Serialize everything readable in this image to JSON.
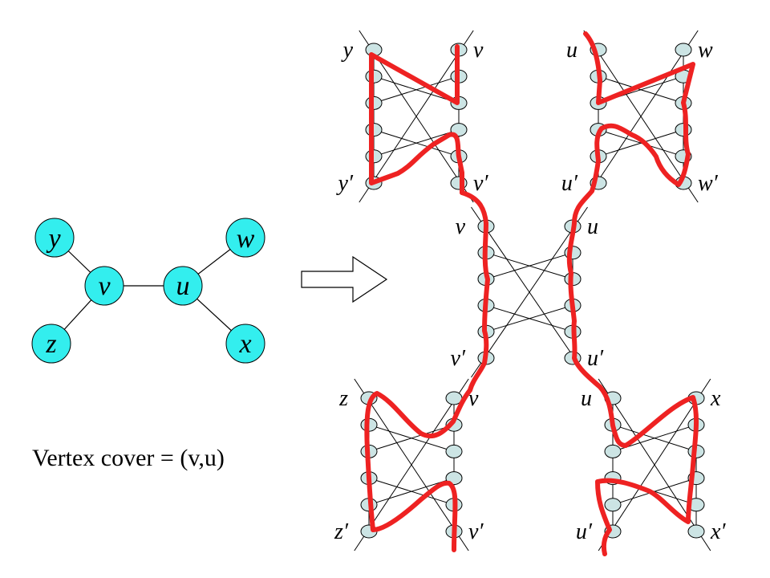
{
  "caption": "Vertex cover = (v,u)",
  "colors": {
    "graph_node": "#33EEEE",
    "gadget_node": "#CCE4E4",
    "path": "#EE2222",
    "line": "#000000"
  },
  "graph": {
    "nodes": [
      {
        "id": "y",
        "label": "y"
      },
      {
        "id": "w",
        "label": "w"
      },
      {
        "id": "v",
        "label": "v"
      },
      {
        "id": "u",
        "label": "u"
      },
      {
        "id": "z",
        "label": "z"
      },
      {
        "id": "x",
        "label": "x"
      }
    ],
    "edges": [
      [
        "y",
        "v"
      ],
      [
        "z",
        "v"
      ],
      [
        "v",
        "u"
      ],
      [
        "u",
        "w"
      ],
      [
        "u",
        "x"
      ]
    ]
  },
  "gadgets": [
    {
      "id": "gadget-y-v",
      "top_left": "y",
      "top_right": "v",
      "bottom_left": "y′",
      "bottom_right": "v′"
    },
    {
      "id": "gadget-u-w",
      "top_left": "u",
      "top_right": "w",
      "bottom_left": "u′",
      "bottom_right": "w′"
    },
    {
      "id": "gadget-v-u",
      "top_left": "v",
      "top_right": "u",
      "bottom_left": "v′",
      "bottom_right": "u′"
    },
    {
      "id": "gadget-z-v",
      "top_left": "z",
      "top_right": "v",
      "bottom_left": "z′",
      "bottom_right": "v′"
    },
    {
      "id": "gadget-u-x",
      "top_left": "u",
      "top_right": "x",
      "bottom_left": "u′",
      "bottom_right": "x′"
    }
  ]
}
